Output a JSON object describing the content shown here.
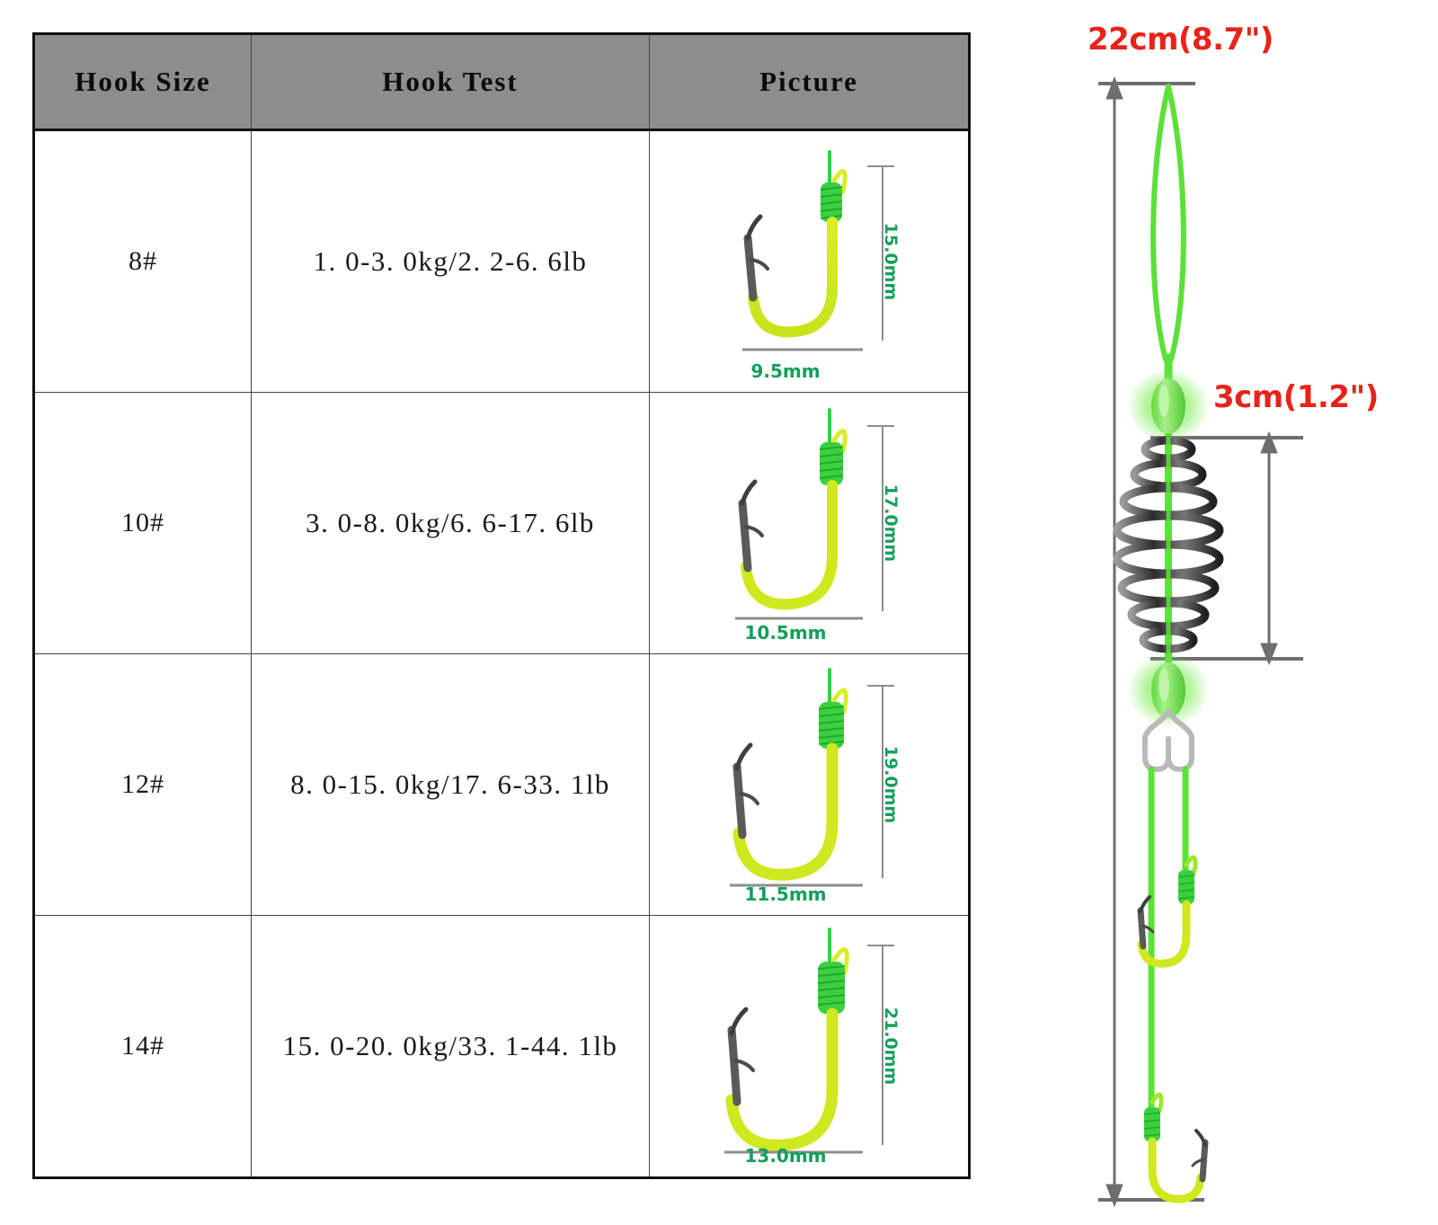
{
  "table": {
    "columns": [
      {
        "key": "size",
        "label": "Hook Size"
      },
      {
        "key": "test",
        "label": "Hook Test"
      },
      {
        "key": "picture",
        "label": "Picture"
      }
    ],
    "rows": [
      {
        "size": "8#",
        "test": "1. 0-3. 0kg/2. 2-6. 6lb",
        "length_label": "15.0mm",
        "width_label": "9.5mm"
      },
      {
        "size": "10#",
        "test": "3. 0-8. 0kg/6. 6-17. 6lb",
        "length_label": "17.0mm",
        "width_label": "10.5mm"
      },
      {
        "size": "12#",
        "test": "8. 0-15. 0kg/17. 6-33. 1lb",
        "length_label": "19.0mm",
        "width_label": "11.5mm"
      },
      {
        "size": "14#",
        "test": "15. 0-20. 0kg/33. 1-44. 1lb",
        "length_label": "21.0mm",
        "width_label": "13.0mm"
      }
    ]
  },
  "rig_diagram": {
    "total_length_label": "22cm(8.7\")",
    "spring_length_label": "3cm(1.2\")",
    "parts": {
      "top_loop": "top-loop",
      "upper_bead": "upper-luminous-bead",
      "spring_coil": "spring-feeder-coil",
      "lower_bead": "lower-luminous-bead",
      "swivel_clip": "twin-line-clip",
      "upper_hook": "upper-hook",
      "lower_hook": "lower-hook"
    }
  },
  "colors": {
    "header_bg": "#8d8d8d",
    "header_text": "#0b0b0b",
    "table_border": "#111111",
    "cell_border": "#444444",
    "dimension_text": "#12a05a",
    "rig_label_text": "#e8231a",
    "hook_shank": "#cfe820",
    "hook_wrap": "#3ad13f",
    "hook_steel": "#4a4a4a",
    "rig_line": "#5ce03a",
    "dimension_line": "#6e6e6e",
    "spring_metal": "#3a3a3a"
  }
}
